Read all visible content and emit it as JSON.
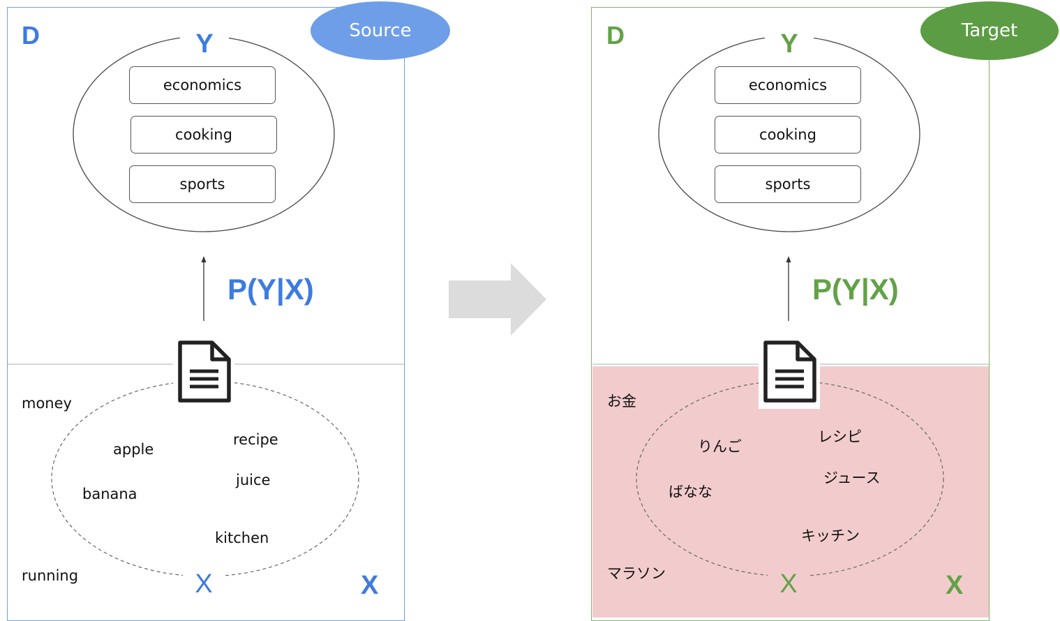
{
  "colors": {
    "source_accent": "#3d7be0",
    "source_tag": "#6e9ee8",
    "target_accent": "#62a246",
    "target_tag": "#5c9c45",
    "target_x_region": "#f2cccc",
    "arrow_gray": "#dcdcdc"
  },
  "source": {
    "tag": "Source",
    "d_label": "D",
    "y_label": "Y",
    "categories": [
      "economics",
      "cooking",
      "sports"
    ],
    "formula": "P(Y|X)",
    "x_label_small": "X",
    "x_label_big": "X",
    "words": {
      "money": "money",
      "apple": "apple",
      "recipe": "recipe",
      "banana": "banana",
      "juice": "juice",
      "kitchen": "kitchen",
      "running": "running"
    }
  },
  "target": {
    "tag": "Target",
    "d_label": "D",
    "y_label": "Y",
    "categories": [
      "economics",
      "cooking",
      "sports"
    ],
    "formula": "P(Y|X)",
    "x_label_small": "X",
    "x_label_big": "X",
    "words": {
      "money": "お金",
      "apple": "りんご",
      "recipe": "レシピ",
      "banana": "ばなな",
      "juice": "ジュース",
      "kitchen": "キッチン",
      "running": "マラソン"
    }
  },
  "icons": {
    "document": "document-icon",
    "transfer_arrow": "right-arrow-icon"
  }
}
